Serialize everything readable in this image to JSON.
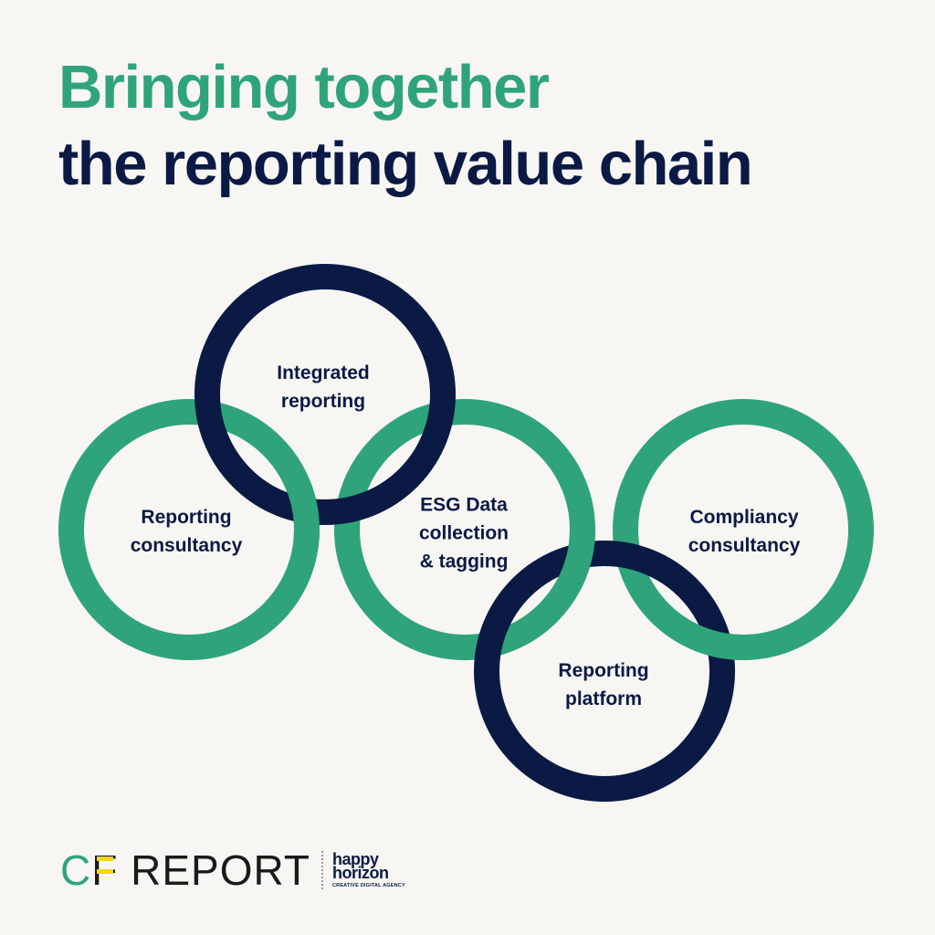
{
  "header": {
    "line1": "Bringing together",
    "line2": "the reporting value chain"
  },
  "colors": {
    "green": "#2fa47a",
    "navy": "#0a1a45",
    "background": "#f7f6f2",
    "logo_yellow": "#f5d90a"
  },
  "diagram": {
    "nodes": [
      {
        "id": "reporting-consultancy",
        "label_lines": [
          "Reporting",
          "consultancy"
        ],
        "color": "green"
      },
      {
        "id": "integrated-reporting",
        "label_lines": [
          "Integrated",
          "reporting"
        ],
        "color": "navy"
      },
      {
        "id": "esg-data",
        "label_lines": [
          "ESG Data",
          "collection",
          "& tagging"
        ],
        "color": "green"
      },
      {
        "id": "reporting-platform",
        "label_lines": [
          "Reporting",
          "platform"
        ],
        "color": "navy"
      },
      {
        "id": "compliancy-consultancy",
        "label_lines": [
          "Compliancy",
          "consultancy"
        ],
        "color": "green"
      }
    ]
  },
  "footer": {
    "logo1": "CF REPORT",
    "logo1_word": "REPORT",
    "logo2_line1": "happy",
    "logo2_line2": "horizon",
    "logo2_tagline": "CREATIVE DIGITAL AGENCY"
  }
}
